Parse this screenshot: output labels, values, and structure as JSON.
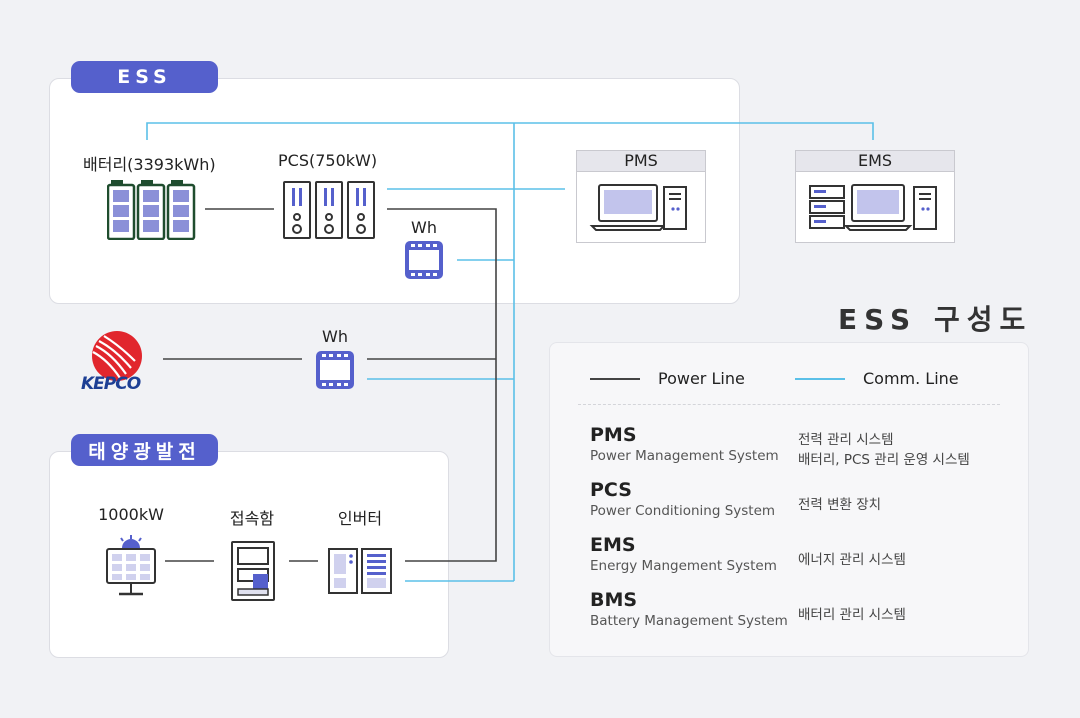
{
  "title": "ESS 구성도",
  "ess": {
    "badge": "ESS",
    "battery_label": "배터리(3393kWh)",
    "pcs_label": "PCS(750kW)",
    "meter_label": "Wh",
    "pms_label": "PMS",
    "ems_label": "EMS"
  },
  "grid": {
    "logo_text": "KEPCO",
    "meter_label": "Wh"
  },
  "solar": {
    "badge": "태양광발전",
    "panel_label": "1000kW",
    "junction_label": "접속함",
    "inverter_label": "인버터"
  },
  "legend": {
    "power_line": "Power Line",
    "comm_line": "Comm. Line",
    "items": [
      {
        "abbr": "PMS",
        "full": "Power Management System",
        "desc1": "전력 관리 시스템",
        "desc2": "배터리, PCS 관리 운영 시스템"
      },
      {
        "abbr": "PCS",
        "full": "Power Conditioning System",
        "desc1": "전력 변환 장치",
        "desc2": ""
      },
      {
        "abbr": "EMS",
        "full": "Energy Mangement System",
        "desc1": "에너지 관리 시스템",
        "desc2": ""
      },
      {
        "abbr": "BMS",
        "full": "Battery Management System",
        "desc1": "배터리 관리 시스템",
        "desc2": ""
      }
    ]
  },
  "colors": {
    "accent": "#5560cc",
    "power_line": "#444444",
    "comm_line": "#5bc0e8",
    "kepco_red": "#e1262d",
    "kepco_blue": "#1d3f94"
  }
}
